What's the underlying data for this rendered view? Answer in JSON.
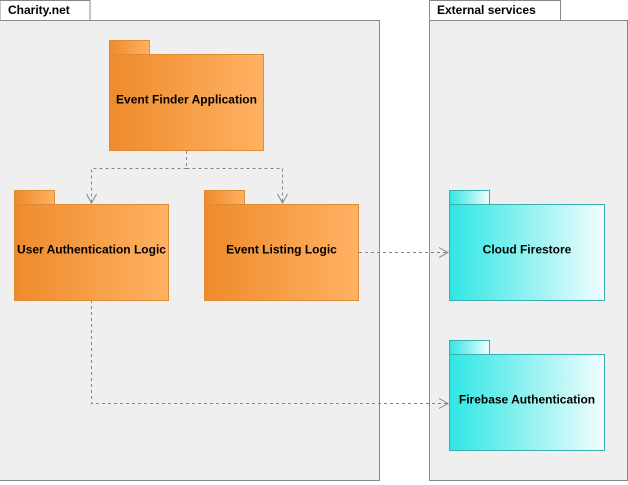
{
  "groups": {
    "charity": {
      "title": "Charity.net"
    },
    "external": {
      "title": "External services"
    }
  },
  "packages": {
    "event_finder": {
      "label": "Event Finder Application"
    },
    "user_auth_logic": {
      "label": "User Authentication Logic"
    },
    "event_listing": {
      "label": "Event Listing Logic"
    },
    "cloud_firestore": {
      "label": "Cloud Firestore"
    },
    "firebase_auth": {
      "label": "Firebase Authentication"
    }
  },
  "colors": {
    "group_fill": "#f0efef",
    "group_stroke": "#888888",
    "orange_start": "#ee8b2c",
    "orange_end": "#ffb163",
    "orange_stroke": "#e08a33",
    "cyan_start": "#2ee6e4",
    "cyan_end": "#f2fdfd",
    "cyan_stroke": "#3aaeb0",
    "connector": "#7a8596"
  }
}
